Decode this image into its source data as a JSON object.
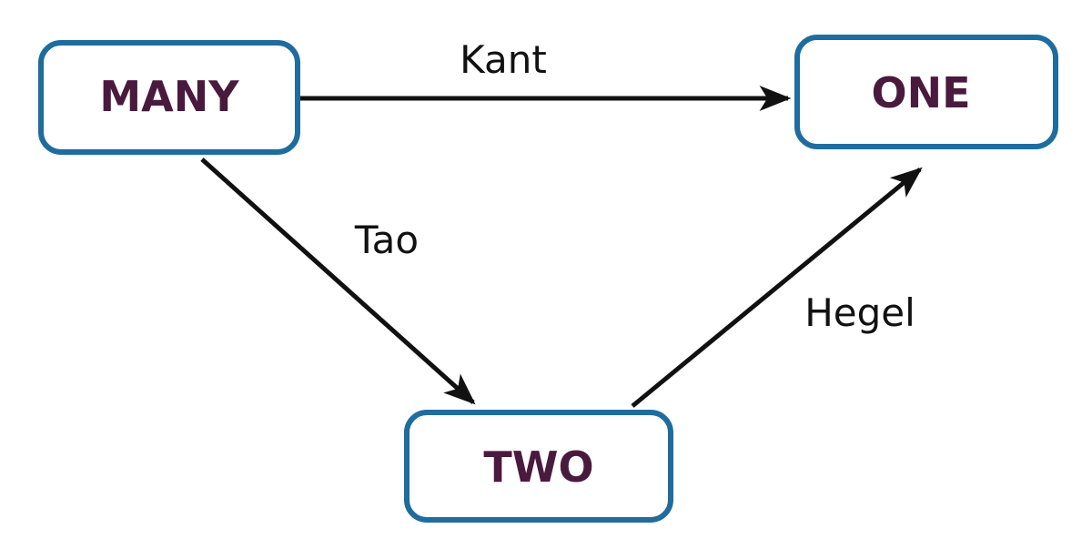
{
  "diagram": {
    "colors": {
      "box_border": "#1f6c9e",
      "node_text": "#4a1a3e",
      "arrow": "#111111"
    },
    "nodes": [
      {
        "id": "many",
        "label": "MANY"
      },
      {
        "id": "one",
        "label": "ONE"
      },
      {
        "id": "two",
        "label": "TWO"
      }
    ],
    "edges": [
      {
        "from": "many",
        "to": "one",
        "label": "Kant"
      },
      {
        "from": "many",
        "to": "two",
        "label": "Tao"
      },
      {
        "from": "two",
        "to": "one",
        "label": "Hegel"
      }
    ]
  }
}
